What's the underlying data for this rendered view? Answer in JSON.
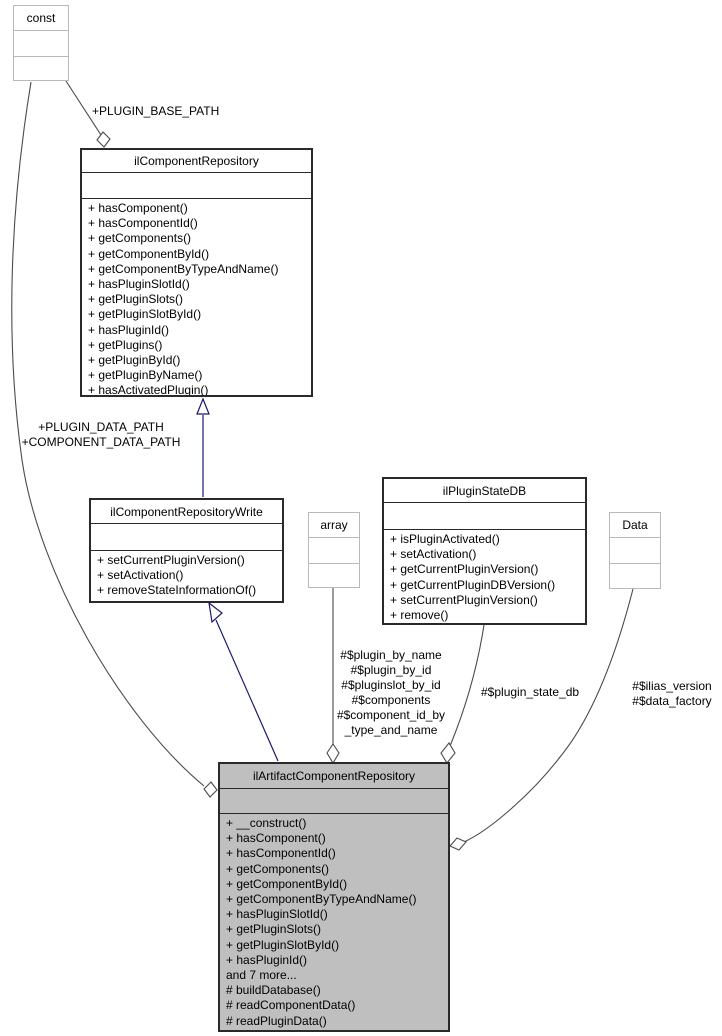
{
  "diagram_type": "uml-collaboration-diagram",
  "colors": {
    "edge": "#4b4b4b",
    "inherit": "#191970",
    "classBorder": "#2a2a2a",
    "extBorder": "#b9b9b9",
    "hlFill": "#bfbfbf",
    "boxFill": "#ffffff",
    "textColor": "#000000"
  },
  "classes": {
    "const": {
      "name": "const",
      "methods": []
    },
    "component_repository": {
      "name": "ilComponentRepository",
      "methods": [
        "+ hasComponent()",
        "+ hasComponentId()",
        "+ getComponents()",
        "+ getComponentById()",
        "+ getComponentByTypeAndName()",
        "+ hasPluginSlotId()",
        "+ getPluginSlots()",
        "+ getPluginSlotById()",
        "+ hasPluginId()",
        "+ getPlugins()",
        "+ getPluginById()",
        "+ getPluginByName()",
        "+ hasActivatedPlugin()"
      ]
    },
    "component_repository_write": {
      "name": "ilComponentRepositoryWrite",
      "methods": [
        "+ setCurrentPluginVersion()",
        "+ setActivation()",
        "+ removeStateInformationOf()"
      ]
    },
    "array": {
      "name": "array",
      "methods": []
    },
    "plugin_state_db": {
      "name": "ilPluginStateDB",
      "methods": [
        "+ isPluginActivated()",
        "+ setActivation()",
        "+ getCurrentPluginVersion()",
        "+ getCurrentPluginDBVersion()",
        "+ setCurrentPluginVersion()",
        "+ remove()"
      ]
    },
    "data": {
      "name": "Data",
      "methods": []
    },
    "artifact_component_repository": {
      "name": "ilArtifactComponentRepository",
      "methods": [
        "+ __construct()",
        "+ hasComponent()",
        "+ hasComponentId()",
        "+ getComponents()",
        "+ getComponentById()",
        "+ getComponentByTypeAndName()",
        "+ hasPluginSlotId()",
        "+ getPluginSlots()",
        "+ getPluginSlotById()",
        "+ hasPluginId()",
        "and 7 more...",
        "# buildDatabase()",
        "# readComponentData()",
        "# readPluginData()"
      ]
    }
  },
  "edge_labels": {
    "plugin_base_path": {
      "lines": [
        "+PLUGIN_BASE_PATH"
      ]
    },
    "data_paths": {
      "lines": [
        "+PLUGIN_DATA_PATH",
        "+COMPONENT_DATA_PATH"
      ]
    },
    "array_members": {
      "lines": [
        "#$plugin_by_name",
        "#$plugin_by_id",
        "#$pluginslot_by_id",
        "#$components",
        "#$component_id_by",
        "_type_and_name"
      ]
    },
    "plugin_state_db_member": {
      "lines": [
        "#$plugin_state_db"
      ]
    },
    "data_members": {
      "lines": [
        "#$ilias_version",
        "#$data_factory"
      ]
    }
  }
}
